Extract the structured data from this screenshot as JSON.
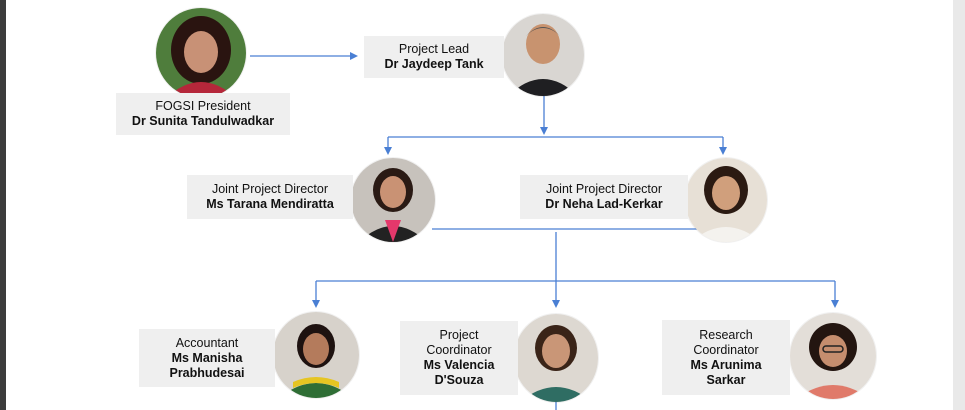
{
  "people": {
    "president": {
      "role": "FOGSI President",
      "name": "Dr Sunita Tandulwadkar"
    },
    "lead": {
      "role": "Project Lead",
      "name": "Dr Jaydeep Tank"
    },
    "director1": {
      "role": "Joint Project Director",
      "name": "Ms Tarana Mendiratta"
    },
    "director2": {
      "role": "Joint Project Director",
      "name": "Dr Neha Lad-Kerkar"
    },
    "accountant": {
      "role": "Accountant",
      "name_line1": "Ms Manisha",
      "name_line2": "Prabhudesai"
    },
    "coordinator1": {
      "role_line1": "Project",
      "role_line2": "Coordinator",
      "name_line1": "Ms Valencia",
      "name_line2": "D'Souza"
    },
    "coordinator2": {
      "role_line1": "Research",
      "role_line2": "Coordinator",
      "name_line1": "Ms Arunima",
      "name_line2": "Sarkar"
    }
  },
  "colors": {
    "connector": "#4a7fd4",
    "label_bg": "#efefef"
  }
}
